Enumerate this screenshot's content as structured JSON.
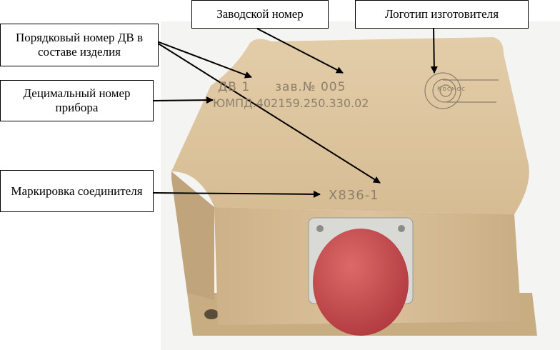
{
  "labels": {
    "serial_position": "Порядковый номер ДВ в составе изделия",
    "factory_number": "Заводской номер",
    "manufacturer_logo": "Логотип изготовителя",
    "decimal_number": "Децимальный номер прибора",
    "connector_marking": "Маркировка соединителя"
  },
  "engraving": {
    "line1_dv": "ДВ 1",
    "line1_serial": "зав.№ 005",
    "line2": "ЮМПД.402159.250.330.02",
    "connector": "X836-1",
    "logo_text": "Космос"
  },
  "colors": {
    "body": "#d8bf98",
    "body_shadow": "#bfa47c",
    "cap": "#c7474a"
  }
}
